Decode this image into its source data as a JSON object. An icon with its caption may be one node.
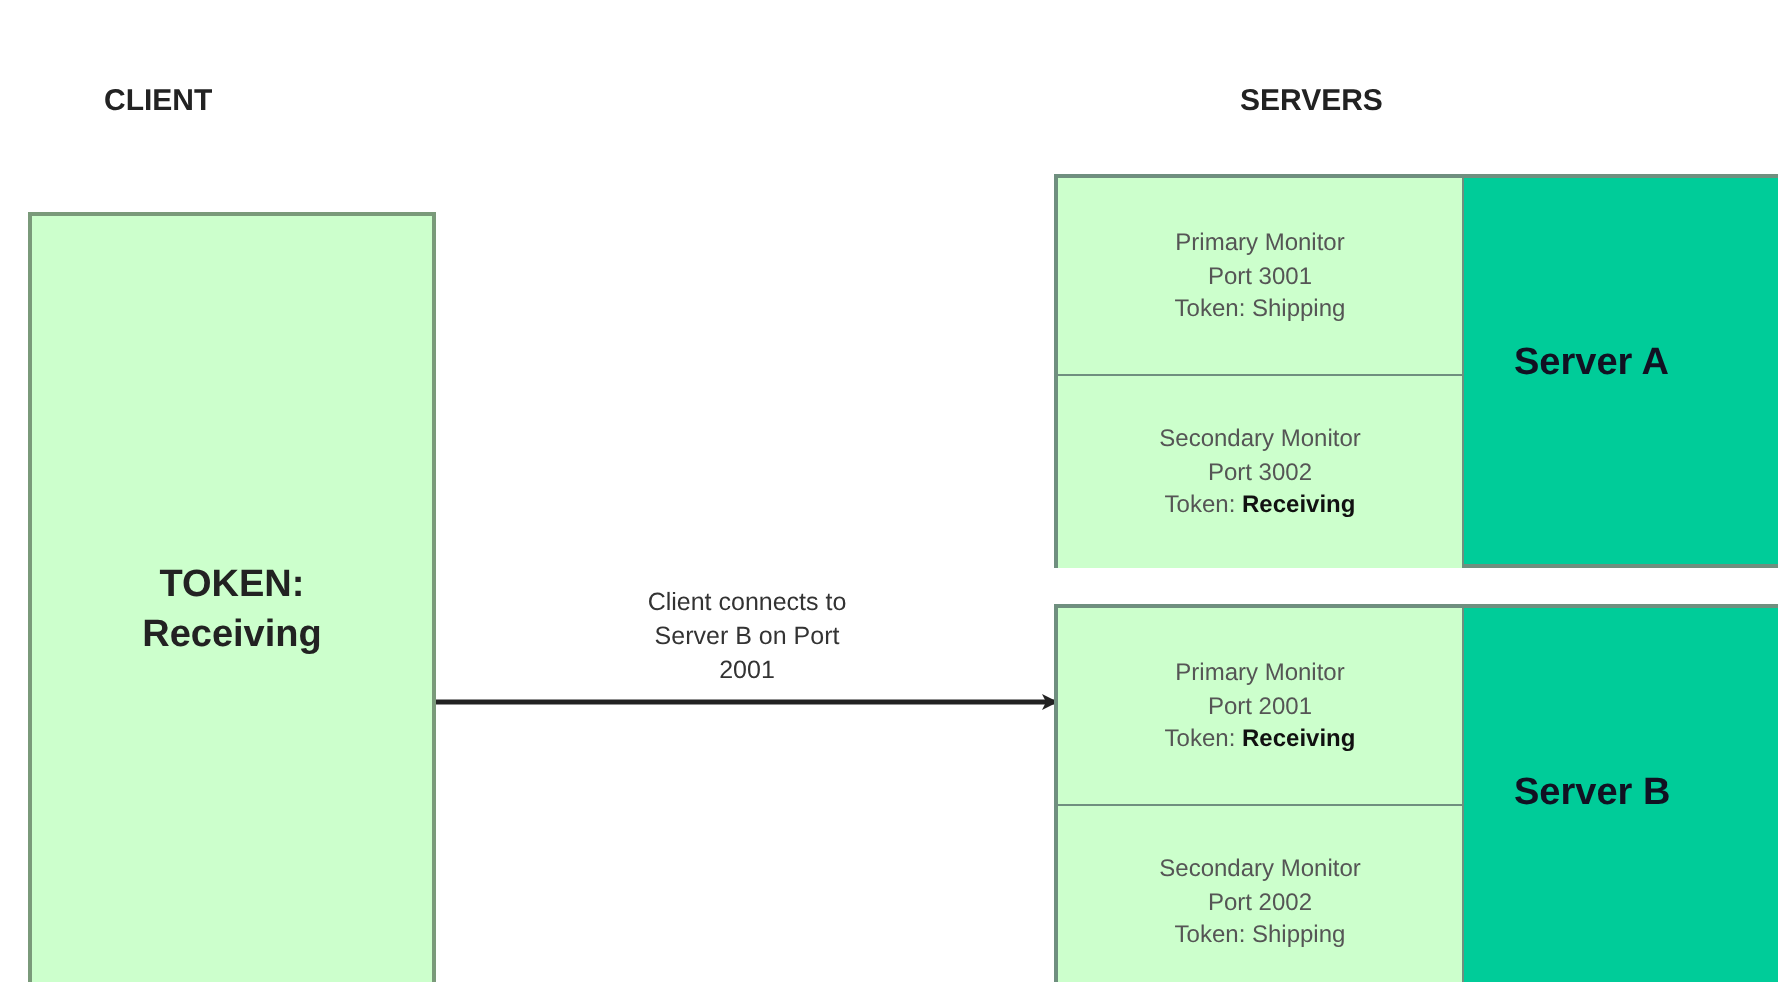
{
  "diagram": {
    "nodes": [
      {
        "text": [
          "TOKEN: Receiving"
        ]
      },
      {
        "text": [
          "Server A"
        ]
      },
      {
        "text": [
          "Primary Monitor",
          "Port 3001",
          "Token: Shipping"
        ],
        "in": 1
      },
      {
        "text": [
          "Secondary Monitor",
          "Port 3002",
          "Token: **Receiving**"
        ],
        "in": 1
      },
      {
        "text": [
          "Server B"
        ]
      },
      {
        "text": [
          "Primary Monitor",
          "Port 2001",
          "Token: **Receiving**"
        ],
        "in": 4
      },
      {
        "text": [
          "Secondary Monitor",
          "Port 2002",
          "Token: Shipping"
        ],
        "in": 4
      }
    ],
    "edges": [
      {
        "from": 0,
        "to": 5,
        "arrow": "to",
        "label": "Client connects to Server B on Port 2001"
      }
    ],
    "labels": [
      "CLIENT",
      "SERVERS"
    ]
  }
}
